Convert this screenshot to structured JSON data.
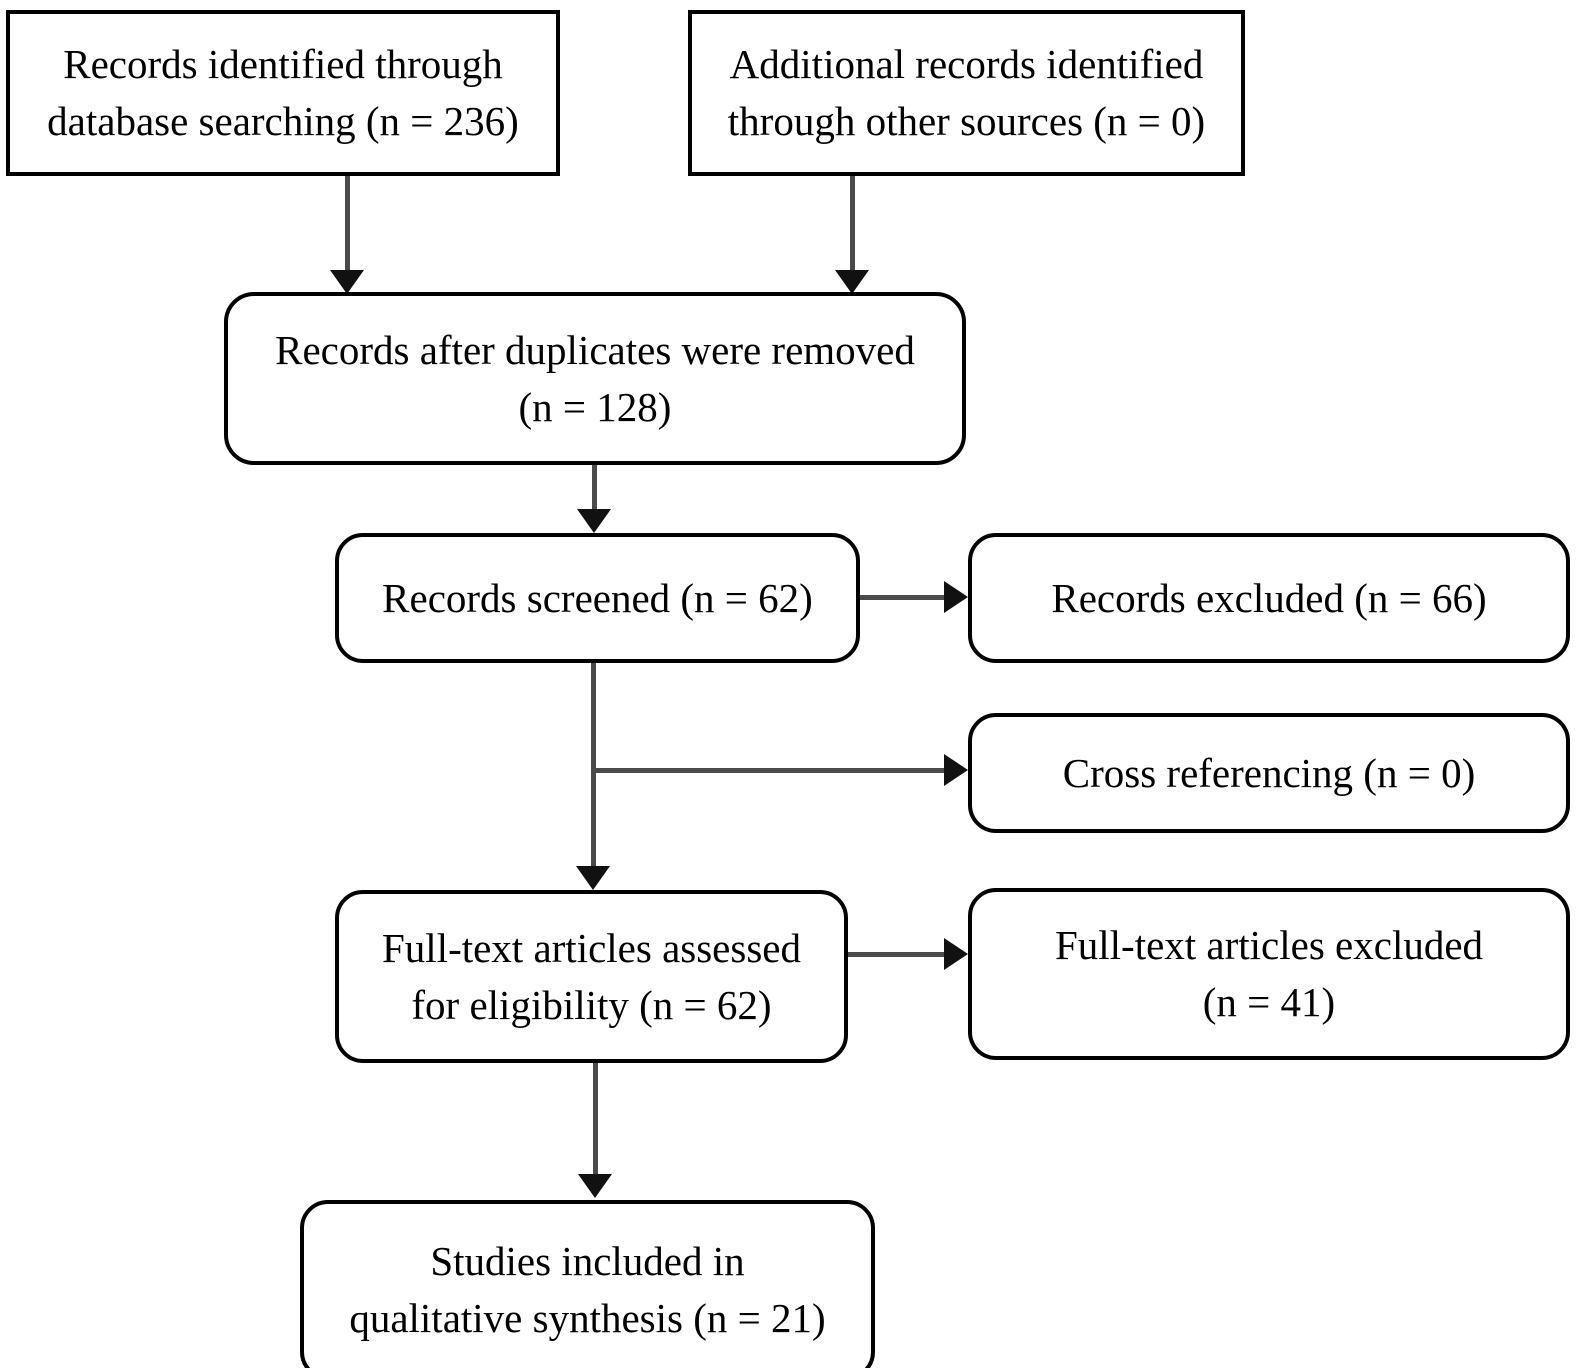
{
  "diagram": {
    "type": "prisma-flow-diagram",
    "title": "",
    "nodes": [
      {
        "id": "records-identified-database",
        "text": "Records identified through\ndatabase searching (n = 236)",
        "count_label": "n = 236",
        "count": 236,
        "shape": "rectangle"
      },
      {
        "id": "additional-records-other-sources",
        "text": "Additional records identified\nthrough other sources (n = 0)",
        "count_label": "n = 0",
        "count": 0,
        "shape": "rectangle"
      },
      {
        "id": "records-after-duplicates",
        "text": "Records after duplicates were removed\n(n = 128)",
        "count_label": "n = 128",
        "count": 128,
        "shape": "rounded-rectangle"
      },
      {
        "id": "records-screened",
        "text": "Records screened (n = 62)",
        "count_label": "n = 62",
        "count": 62,
        "shape": "rounded-rectangle"
      },
      {
        "id": "records-excluded",
        "text": "Records excluded (n = 66)",
        "count_label": "n = 66",
        "count": 66,
        "shape": "rounded-rectangle"
      },
      {
        "id": "cross-referencing",
        "text": "Cross referencing (n = 0)",
        "count_label": "n = 0",
        "count": 0,
        "shape": "rounded-rectangle"
      },
      {
        "id": "full-text-assessed",
        "text": "Full-text articles assessed\nfor eligibility (n = 62)",
        "count_label": "n = 62",
        "count": 62,
        "shape": "rounded-rectangle"
      },
      {
        "id": "full-text-excluded",
        "text": "Full-text articles excluded\n(n = 41)",
        "count_label": "n = 41",
        "count": 41,
        "shape": "rounded-rectangle"
      },
      {
        "id": "studies-included",
        "text": "Studies included in\nqualitative synthesis (n = 21)",
        "count_label": "n = 21",
        "count": 21,
        "shape": "rounded-rectangle"
      }
    ],
    "edges": [
      {
        "from": "records-identified-database",
        "to": "records-after-duplicates",
        "direction": "down"
      },
      {
        "from": "additional-records-other-sources",
        "to": "records-after-duplicates",
        "direction": "down"
      },
      {
        "from": "records-after-duplicates",
        "to": "records-screened",
        "direction": "down"
      },
      {
        "from": "records-screened",
        "to": "records-excluded",
        "direction": "right"
      },
      {
        "from": "records-screened",
        "to": "cross-referencing",
        "direction": "right"
      },
      {
        "from": "records-screened",
        "to": "full-text-assessed",
        "direction": "down"
      },
      {
        "from": "full-text-assessed",
        "to": "full-text-excluded",
        "direction": "right"
      },
      {
        "from": "full-text-assessed",
        "to": "studies-included",
        "direction": "down"
      }
    ],
    "colors": {
      "border": "#000000",
      "background": "#ffffff",
      "connector": "#4a4a4a",
      "arrowhead": "#111111",
      "text": "#000000"
    }
  }
}
